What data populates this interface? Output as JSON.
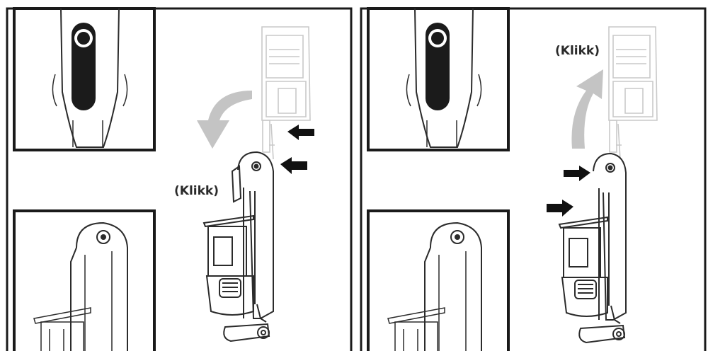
{
  "panels": [
    {
      "label": "(Klikk)",
      "step": "fold"
    },
    {
      "label": "(Klikk)",
      "step": "unfold"
    }
  ],
  "colors": {
    "frame": "#1a1a1a",
    "line_dark": "#2b2b2b",
    "line_faded": "#c9c9c9",
    "arrow_gray": "#c4c4c4",
    "arrow_dark": "#111111"
  }
}
